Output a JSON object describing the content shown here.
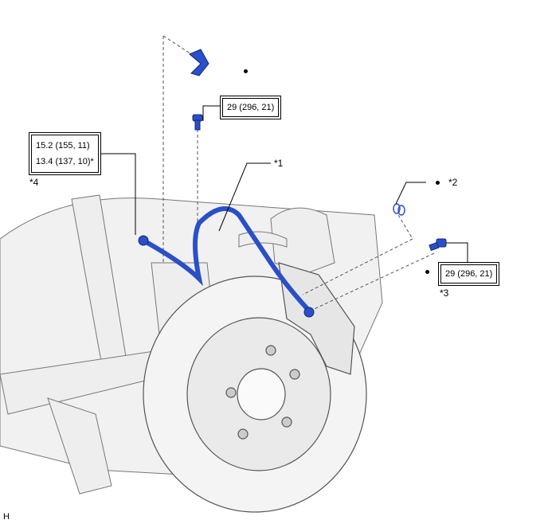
{
  "torque_specs": {
    "bolt_top": "29 (296, 21)",
    "bolt_right": "29 (296, 21)",
    "union_bolt": [
      "15.2 (155, 11)",
      "13.4 (137, 10)*"
    ]
  },
  "callouts": {
    "c1": "*1",
    "c2": "*2",
    "c3": "*3",
    "c4": "*4"
  },
  "corner_mark": "H",
  "colors": {
    "part_blue": "#2a4fc8",
    "line": "#000000",
    "gray": "#e8e8e8"
  }
}
